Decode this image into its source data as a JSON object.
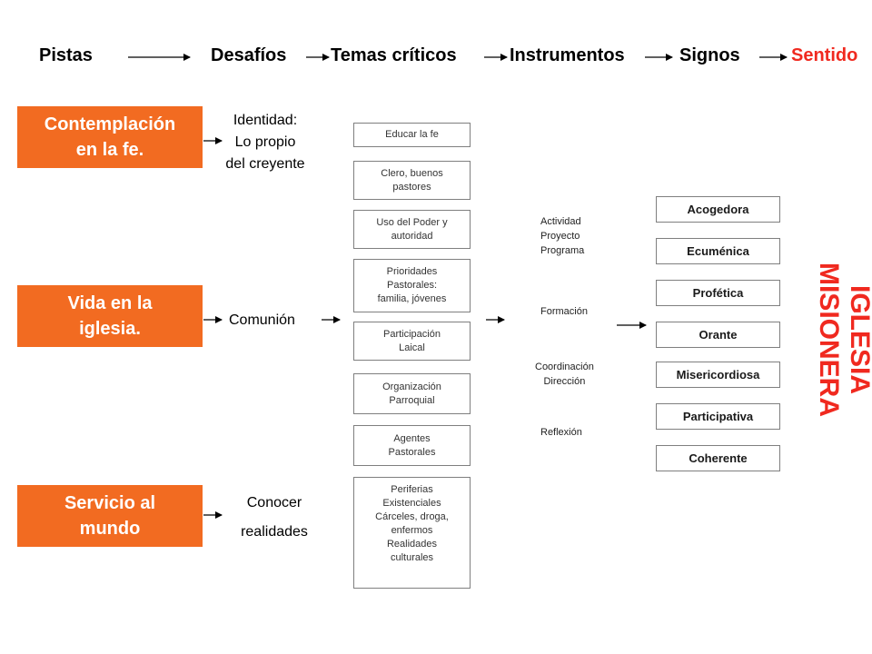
{
  "header": {
    "pistas": "Pistas",
    "desafios": "Desafíos",
    "temas": "Temas críticos",
    "instrumentos": "Instrumentos",
    "signos": "Signos",
    "sentido": "Sentido"
  },
  "pistas": [
    {
      "line1": "Contemplación",
      "line2": "en la fe."
    },
    {
      "line1": "Vida en la",
      "line2": "iglesia."
    },
    {
      "line1": "Servicio al",
      "line2": "mundo"
    }
  ],
  "desafios": {
    "identidad": {
      "line1": "Identidad:",
      "line2": "Lo propio",
      "line3": "del creyente"
    },
    "comunion": "Comunión",
    "conocer": {
      "line1": "Conocer",
      "line2": "realidades"
    }
  },
  "temas": [
    {
      "lines": [
        "Educar la fe"
      ]
    },
    {
      "lines": [
        "Clero, buenos",
        "pastores"
      ]
    },
    {
      "lines": [
        "Uso del Poder y",
        "autoridad"
      ]
    },
    {
      "lines": [
        "Prioridades",
        "Pastorales:",
        "familia, jóvenes"
      ]
    },
    {
      "lines": [
        "Participación",
        "Laical"
      ]
    },
    {
      "lines": [
        "Organización",
        "Parroquial"
      ]
    },
    {
      "lines": [
        "Agentes",
        "Pastorales"
      ]
    },
    {
      "lines": [
        "Periferias",
        "Existenciales",
        "Cárceles, droga,",
        "enfermos",
        "Realidades",
        "culturales"
      ]
    }
  ],
  "instrumentos": {
    "actividad": {
      "line1": "Actividad",
      "line2": "Proyecto",
      "line3": "Programa"
    },
    "formacion": "Formación",
    "coordinacion": {
      "line1": "Coordinación",
      "line2": "Dirección"
    },
    "reflexion": "Reflexión"
  },
  "signos": [
    "Acogedora",
    "Ecuménica",
    "Profética",
    "Orante",
    "Misericordiosa",
    "Participativa",
    "Coherente"
  ],
  "sentido": {
    "line1": "IGLESIA",
    "line2": "MISIONERA"
  },
  "colors": {
    "accent_orange": "#f26b21",
    "sentido_red": "#f0291f"
  }
}
